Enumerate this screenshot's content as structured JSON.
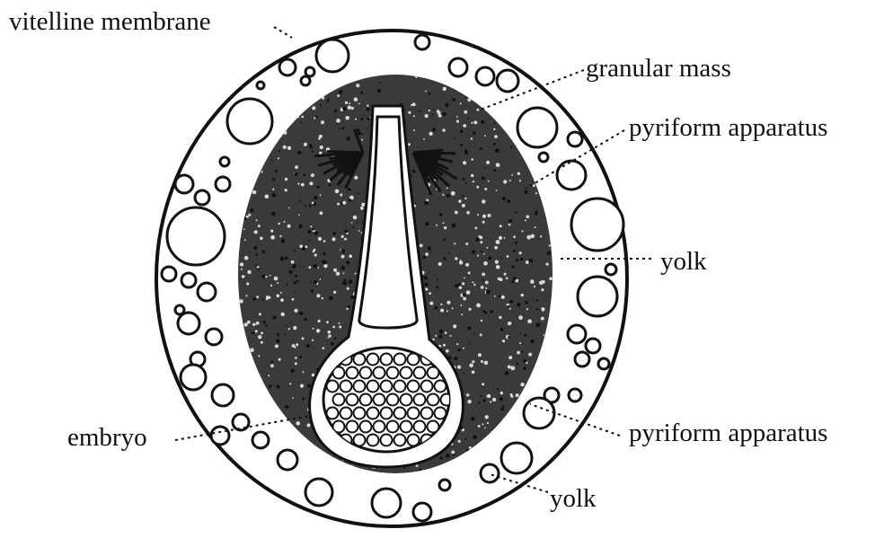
{
  "labels": {
    "vitelline_membrane": "vitelline membrane",
    "granular_mass": "granular mass",
    "pyriform_apparatus_top": "pyriform apparatus",
    "yolk_right": "yolk",
    "embryo": "embryo",
    "pyriform_apparatus_bottom": "pyriform apparatus",
    "yolk_bottom": "yolk"
  },
  "colors": {
    "ink": "#111111",
    "paper": "#ffffff"
  }
}
